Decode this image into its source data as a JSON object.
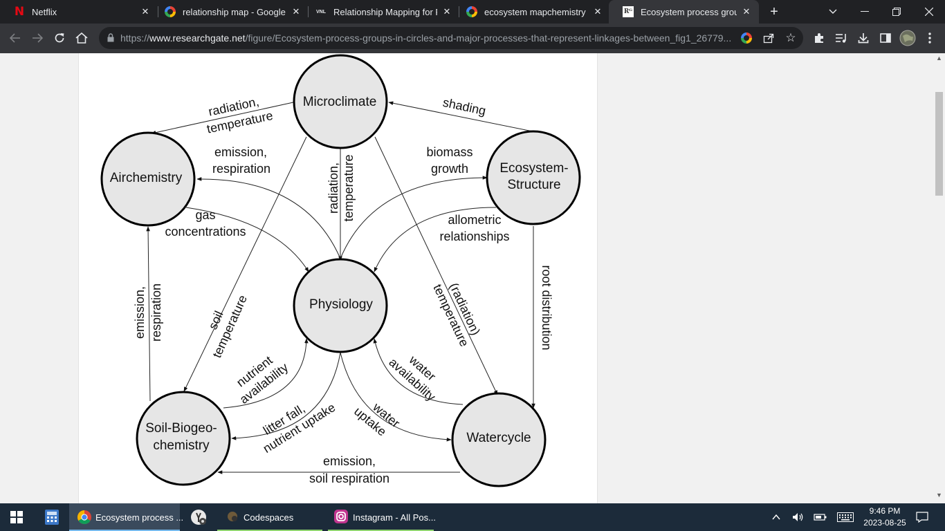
{
  "browser": {
    "tabs": [
      {
        "title": "Netflix",
        "favicon": "netflix-icon",
        "active": false
      },
      {
        "title": "relationship map - Google Se",
        "favicon": "google-icon",
        "active": false
      },
      {
        "title": "Relationship Mapping for Pu",
        "favicon": "vnl-icon",
        "favicon_text": "VNL",
        "active": false
      },
      {
        "title": "ecosystem mapchemistry - G",
        "favicon": "google-icon",
        "active": false
      },
      {
        "title": "Ecosystem process groups (i",
        "favicon": "researchgate-icon",
        "favicon_text": "Rᴳ",
        "active": true
      }
    ],
    "url_prefix": "https://",
    "url_domain": "www.researchgate.net",
    "url_path": "/figure/Ecosystem-process-groups-in-circles-and-major-processes-that-represent-linkages-between_fig1_26779..."
  },
  "diagram": {
    "nodes": {
      "microclimate": "Microclimate",
      "airchemistry": "Airchemistry",
      "ecosystem_structure_1": "Ecosystem-",
      "ecosystem_structure_2": "Structure",
      "physiology": "Physiology",
      "soil_1": "Soil-Biogeo-",
      "soil_2": "chemistry",
      "watercycle": "Watercycle"
    },
    "edges": {
      "radiation_temp_1": "radiation,",
      "radiation_temp_2": "temperature",
      "shading": "shading",
      "emission_resp_1": "emission,",
      "emission_resp_2": "respiration",
      "biomass_1": "biomass",
      "biomass_2": "growth",
      "vert_rad_1": "radiation,",
      "vert_rad_2": "temperature",
      "gas_1": "gas",
      "gas_2": "concentrations",
      "allometric_1": "allometric",
      "allometric_2": "relationships",
      "left_emission_1": "emission,",
      "left_emission_2": "respiration",
      "soil_temp_1": "soil",
      "soil_temp_2": "temperature",
      "rad_paren_1": "(radiation)",
      "rad_paren_2": "temperature",
      "root": "root distribution",
      "nutrient_1": "nutrient",
      "nutrient_2": "availability",
      "water_avail_1": "water",
      "water_avail_2": "availability",
      "litter_1": "litter fall,",
      "litter_2": "nutrient uptake",
      "water_uptake_1": "water",
      "water_uptake_2": "uptake",
      "soil_resp_1": "emission,",
      "soil_resp_2": "soil respiration"
    }
  },
  "taskbar": {
    "apps": [
      {
        "label": "Ecosystem process ...",
        "icon": "chrome-icon",
        "active": true
      },
      {
        "label": "",
        "icon": "yandex-icon",
        "active": false
      },
      {
        "label": "Codespaces",
        "icon": "codespaces-icon",
        "active": false
      },
      {
        "label": "Instagram - All Pos...",
        "icon": "instagram-icon",
        "active": false
      }
    ],
    "time": "9:46 PM",
    "date": "2023-08-25"
  }
}
